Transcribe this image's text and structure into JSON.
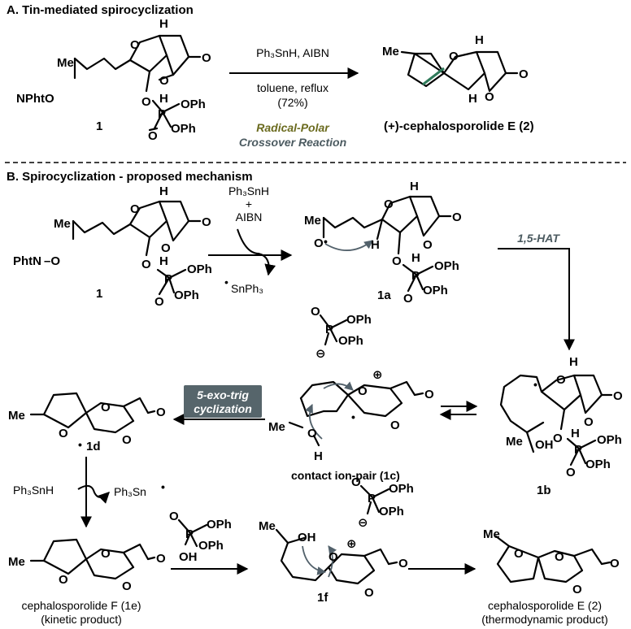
{
  "section_a": {
    "title": "A. Tin-mediated spirocyclization",
    "compound_label": "1",
    "reagents": "Ph₃SnH, AIBN",
    "conditions": "toluene, reflux",
    "yield": "(72%)",
    "crossover_line1": "Radical-Polar",
    "crossover_line2": "Crossover Reaction",
    "product_label": "(+)-cephalosporolide E (2)"
  },
  "section_b": {
    "title": "B. Spirocyclization - proposed mechanism",
    "reagent_top": "Ph₃SnH",
    "reagent_plus": "+",
    "reagent_bottom": "AIBN",
    "byproduct": "SnPh₃",
    "label_1": "1",
    "label_1a": "1a",
    "label_1b": "1b",
    "label_1c": "contact ion-pair (1c)",
    "label_1d": "1d",
    "label_1f": "1f",
    "hat": "1,5-HAT",
    "cyclization_line1": "5-exo-trig",
    "cyclization_line2": "cyclization",
    "tin_left": "Ph₃SnH",
    "tin_right": "Ph₃Sn",
    "product_1e_name": "cephalosporolide F (1e)",
    "product_1e_note": "(kinetic product)",
    "product_2_name": "cephalosporolide E (2)",
    "product_2_note": "(thermodynamic product)"
  },
  "atoms": {
    "Me": "Me",
    "NPhtO": "NPhtO",
    "PhtN": "PhtN",
    "O": "O",
    "H": "H",
    "P": "P",
    "OPh": "OPh",
    "OH": "OH",
    "plus": "⊕",
    "minus": "⊖",
    "radical": "•"
  },
  "colors": {
    "crossover_green": "#6b6b1f",
    "crossover_gray": "#4c5b61",
    "spiro_bond": "#2f7a5a",
    "badge_bg": "#56656b"
  }
}
